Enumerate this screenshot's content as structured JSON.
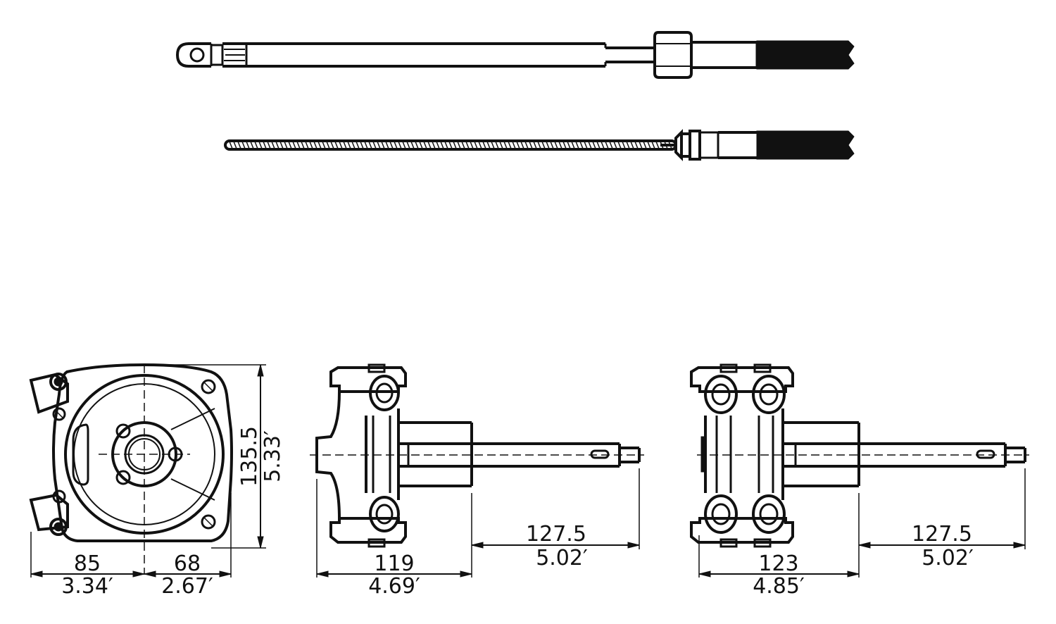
{
  "colors": {
    "ink": "#111111",
    "paper": "#ffffff"
  },
  "dimensions": {
    "front_width_left_mm": "85",
    "front_width_left_in": "3.34′",
    "front_width_right_mm": "68",
    "front_width_right_in": "2.67′",
    "front_height_mm": "135.5",
    "front_height_in": "5.33′",
    "side1_length_mm": "119",
    "side1_length_in": "4.69′",
    "side1_shaft_mm": "127.5",
    "side1_shaft_in": "5.02′",
    "side2_length_mm": "123",
    "side2_length_in": "4.85′",
    "side2_shaft_mm": "127.5",
    "side2_shaft_in": "5.02′"
  }
}
